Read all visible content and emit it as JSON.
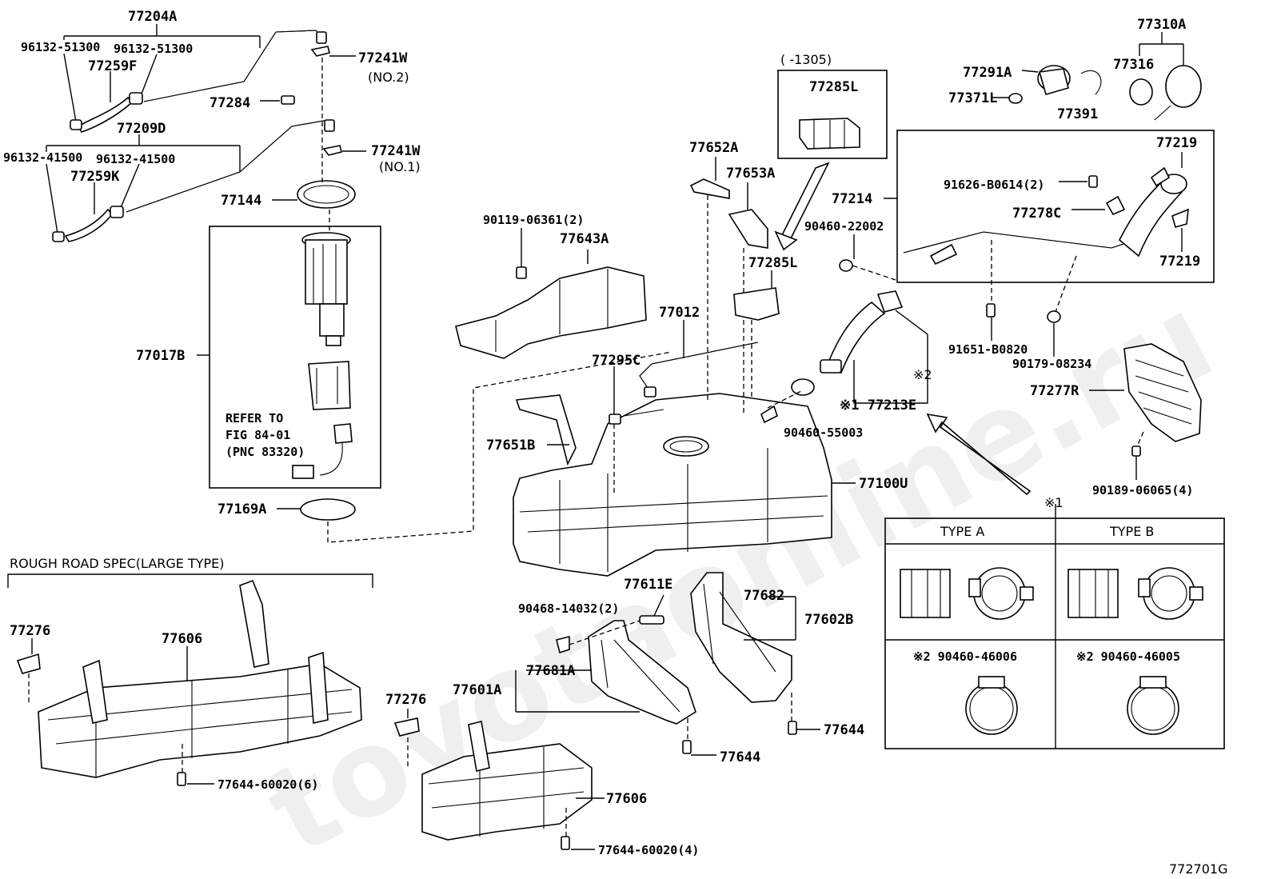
{
  "watermark": "toyotaonline.ru",
  "figure_code": "772701G",
  "labels": {
    "p77204A": "77204A",
    "p96132_51300a": "96132-51300",
    "p96132_51300b": "96132-51300",
    "p77259F": "77259F",
    "p77284": "77284",
    "p77209D": "77209D",
    "p96132_41500a": "96132-41500",
    "p96132_41500b": "96132-41500",
    "p77259K": "77259K",
    "p77241W_2": "77241W",
    "no2": "(NO.2)",
    "p77241W_1": "77241W",
    "no1": "(NO.1)",
    "p77144": "77144",
    "p77017B": "77017B",
    "refer_to": "REFER TO",
    "fig_ref": "FIG 84-01",
    "pnc_ref": "(PNC 83320)",
    "p77169A": "77169A",
    "date_range": "(     -1305)",
    "p77285L_box": "77285L",
    "p77652A": "77652A",
    "p77653A": "77653A",
    "p90119": "90119-06361(2)",
    "p77643A": "77643A",
    "p77285L": "77285L",
    "p77012": "77012",
    "p77295C": "77295C",
    "p77651B": "77651B",
    "p77100U": "77100U",
    "p90460_22002": "90460-22002",
    "p90460_55003": "90460-55003",
    "p77213E": "※1 77213E",
    "mark2": "※2",
    "mark1": "※1",
    "p77310A": "77310A",
    "p77291A": "77291A",
    "p77316": "77316",
    "p77371L": "77371L",
    "p77391": "77391",
    "p77219a": "77219",
    "p77214": "77214",
    "p91626": "91626-B0614(2)",
    "p77278C": "77278C",
    "p77219b": "77219",
    "p91651": "91651-B0820",
    "p90179": "90179-08234",
    "p77277R": "77277R",
    "p90189": "90189-06065(4)",
    "rough_road": "ROUGH ROAD SPEC(LARGE TYPE)",
    "p77276a": "77276",
    "p77606a": "77606",
    "p77644_60020_6": "77644-60020(6)",
    "p77276b": "77276",
    "p77606b": "77606",
    "p77644_60020_4": "77644-60020(4)",
    "p90468": "90468-14032(2)",
    "p77611E": "77611E",
    "p77681A": "77681A",
    "p77601A": "77601A",
    "p77644a": "77644",
    "p77682": "77682",
    "p77602B": "77602B",
    "p77644b": "77644"
  },
  "type_table": {
    "type_a": "TYPE  A",
    "type_b": "TYPE  B",
    "clamp_a": "※2 90460-46006",
    "clamp_b": "※2 90460-46005"
  }
}
